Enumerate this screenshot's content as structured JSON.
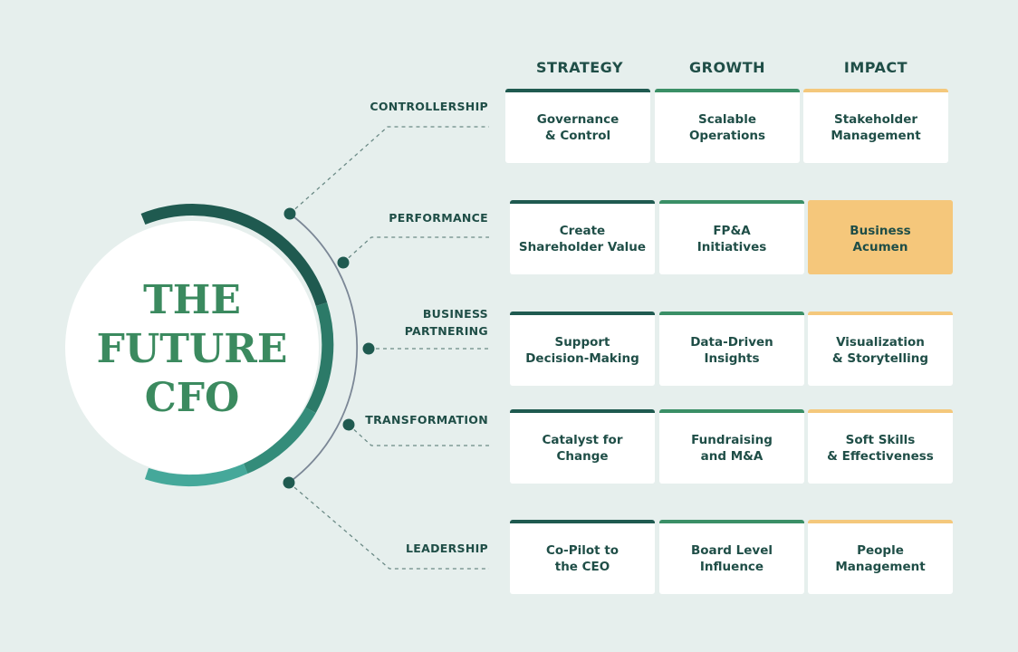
{
  "title": {
    "line1": "THE",
    "line2": "FUTURE",
    "line3": "CFO"
  },
  "columns": [
    "STRATEGY",
    "GROWTH",
    "IMPACT"
  ],
  "rows": [
    {
      "label": [
        "CONTROLLERSHIP"
      ],
      "cells": [
        [
          "Governance",
          "& Control"
        ],
        [
          "Scalable",
          "Operations"
        ],
        [
          "Stakeholder",
          "Management"
        ]
      ]
    },
    {
      "label": [
        "PERFORMANCE"
      ],
      "cells": [
        [
          "Create",
          "Shareholder Value"
        ],
        [
          "FP&A",
          "Initiatives"
        ],
        [
          "Business",
          "Acumen"
        ]
      ]
    },
    {
      "label": [
        "BUSINESS",
        "PARTNERING"
      ],
      "cells": [
        [
          "Support",
          "Decision-Making"
        ],
        [
          "Data-Driven",
          "Insights"
        ],
        [
          "Visualization",
          "& Storytelling"
        ]
      ]
    },
    {
      "label": [
        "TRANSFORMATION"
      ],
      "cells": [
        [
          "Catalyst for",
          "Change"
        ],
        [
          "Fundraising",
          "and M&A"
        ],
        [
          "Soft Skills",
          "& Effectiveness"
        ]
      ]
    },
    {
      "label": [
        "LEADERSHIP"
      ],
      "cells": [
        [
          "Co-Pilot to",
          "the CEO"
        ],
        [
          "Board Level",
          "Influence"
        ],
        [
          "People",
          "Management"
        ]
      ]
    }
  ],
  "highlighted_cell": {
    "row": 1,
    "column": 2
  },
  "colors": {
    "background": "#e6efed",
    "strategy": "#1f5a50",
    "growth": "#3a8f66",
    "impact": "#f4c87c",
    "highlight": "#f5c77b",
    "title": "#3b8a5f",
    "text": "#1f4e47"
  }
}
